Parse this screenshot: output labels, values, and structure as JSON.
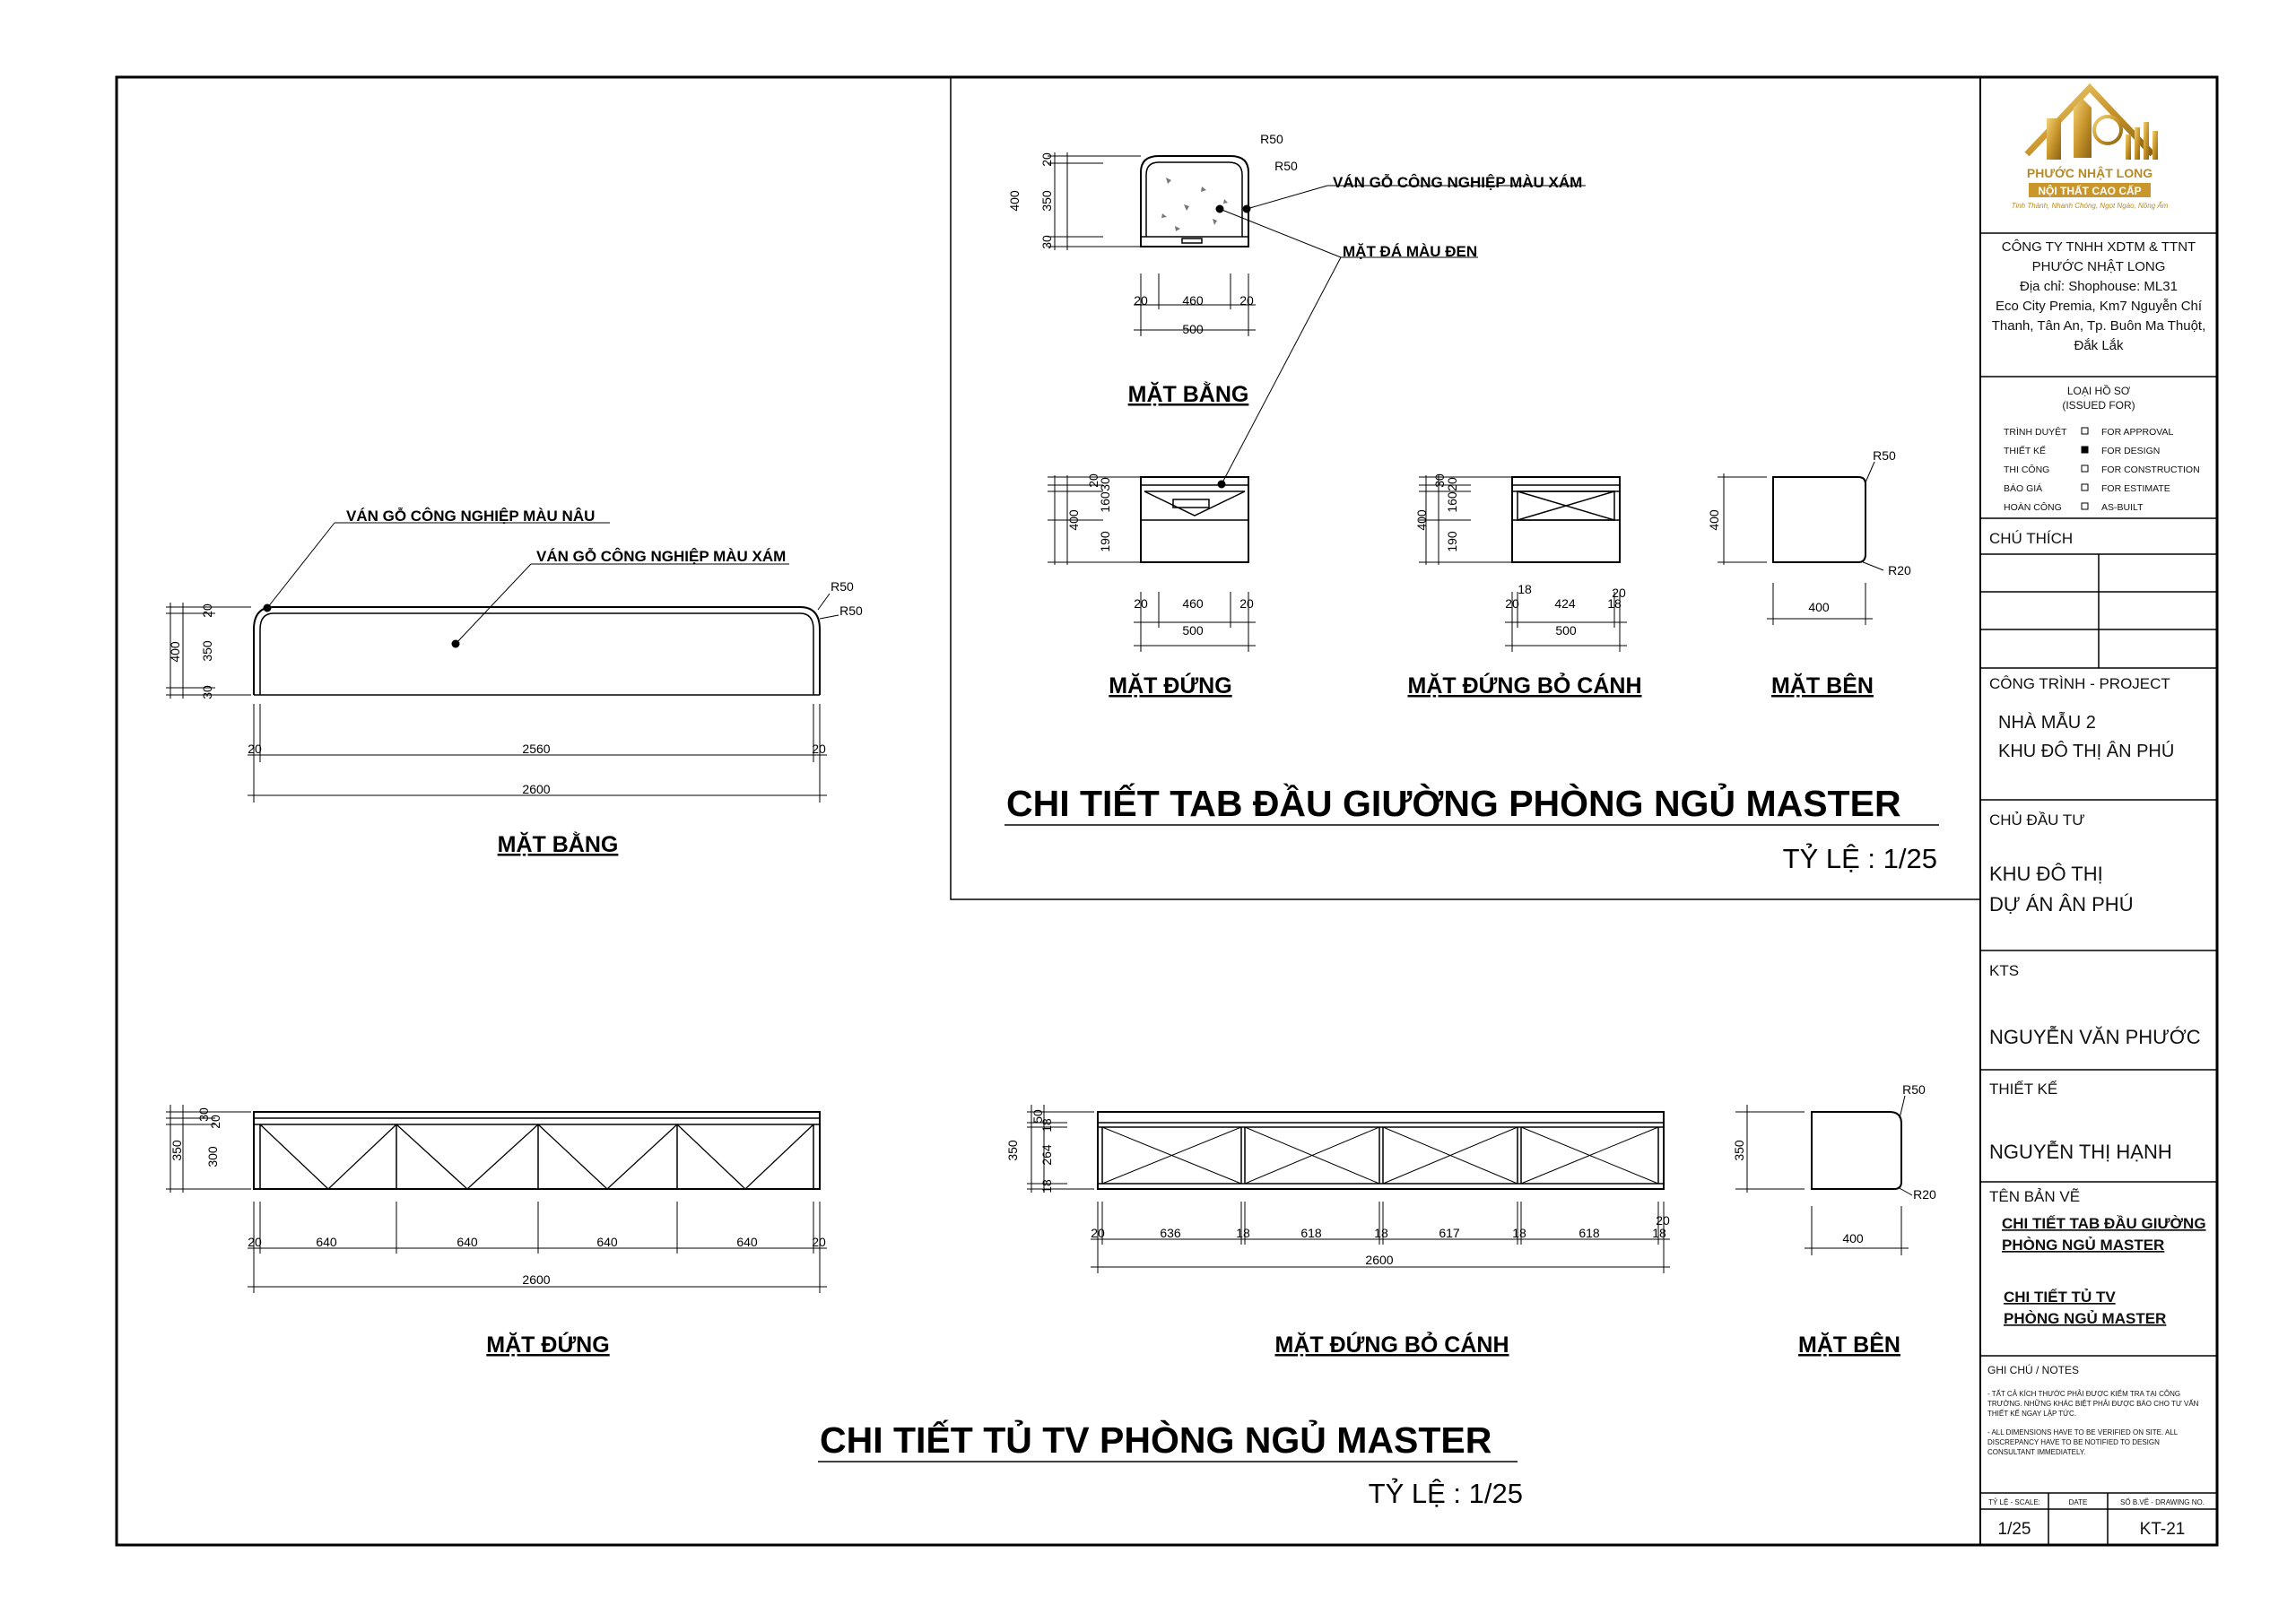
{
  "title_block": {
    "logo": {
      "brand": "PHƯỚC NHẬT LONG",
      "sub": "NỘI THẤT CAO CẤP",
      "tagline": "Tinh Thành, Nhanh Chóng, Ngọt Ngào, Nồng Ấm"
    },
    "company": [
      "CÔNG TY TNHH XDTM & TTNT",
      "PHƯỚC NHẬT LONG",
      "Địa chỉ: Shophouse: ML31",
      "Eco City Premia, Km7 Nguyễn Chí",
      "Thanh, Tân An, Tp. Buôn Ma Thuột,",
      "Đắk Lắk"
    ],
    "issued_title": "LOẠI HỒ SƠ",
    "issued_sub": "(ISSUED FOR)",
    "issued_rows": [
      {
        "vn": "TRÌNH DUYỆT",
        "en": "FOR APPROVAL",
        "checked": false
      },
      {
        "vn": "THIẾT KẾ",
        "en": "FOR DESIGN",
        "checked": true
      },
      {
        "vn": "THI CÔNG",
        "en": "FOR CONSTRUCTION",
        "checked": false
      },
      {
        "vn": "BÁO GIÁ",
        "en": "FOR ESTIMATE",
        "checked": false
      },
      {
        "vn": "HOÀN CÔNG",
        "en": "AS-BUILT",
        "checked": false
      }
    ],
    "chu_thich": "CHÚ THÍCH",
    "project_label": "CÔNG TRÌNH - PROJECT",
    "project_lines": [
      "NHÀ MẪU 2",
      "KHU ĐÔ THỊ ÂN PHÚ"
    ],
    "owner_label": "CHỦ ĐẦU TƯ",
    "owner_lines": [
      "KHU ĐÔ THỊ",
      "DỰ ÁN ÂN PHÚ"
    ],
    "kts_label": "KTS",
    "kts_name": "NGUYỄN VĂN PHƯỚC",
    "design_label": "THIẾT KẾ",
    "design_name": "NGUYỄN THỊ HẠNH",
    "drawing_name_label": "TÊN BẢN VẼ",
    "drawing_name_1": [
      "CHI TIẾT TAB ĐẦU GIƯỜNG",
      "PHÒNG NGỦ MASTER"
    ],
    "drawing_name_2": [
      "CHI TIẾT TỦ TV",
      "PHÒNG NGỦ MASTER"
    ],
    "notes_label": "GHI CHÚ / NOTES",
    "notes_vn": [
      "- TẤT CẢ KÍCH THƯỚC PHẢI ĐƯỢC KIỂM TRA TẠI CÔNG",
      "TRƯỜNG. NHỮNG KHÁC BIỆT PHẢI ĐƯỢC BÁO CHO TƯ VẤN",
      "THIẾT KẾ NGAY LẬP TỨC."
    ],
    "notes_en": [
      "- ALL DIMENSIONS HAVE TO BE VERIFIED ON SITE.  ALL",
      "DISCREPANCY HAVE TO BE NOTIFIED TO DESIGN",
      "CONSULTANT IMMEDIATELY."
    ],
    "scale_label": "TỶ LỆ - SCALE:",
    "date_label": "DATE",
    "drawing_no_label": "SỐ B.VẼ - DRAWING NO.",
    "scale_value": "1/25",
    "drawing_no": "KT-21"
  },
  "sections": {
    "tab": {
      "title": "CHI TIẾT TAB ĐẦU GIƯỜNG PHÒNG NGỦ MASTER",
      "scale": "TỶ LỆ : 1/25"
    },
    "tv": {
      "title": "CHI TIẾT TỦ TV PHÒNG NGỦ MASTER",
      "scale": "TỶ LỆ : 1/25"
    }
  },
  "view_labels": {
    "tab_plan": "MẶT BẰNG",
    "tab_front": "MẶT ĐỨNG",
    "tab_front_open": "MẶT ĐỨNG BỎ CÁNH",
    "tab_side": "MẶT BÊN",
    "tv_plan": "MẶT BẰNG",
    "tv_front": "MẶT ĐỨNG",
    "tv_front_open": "MẶT ĐỨNG BỎ CÁNH",
    "tv_side": "MẶT BÊN"
  },
  "annotations": {
    "tab_grey_wood": "VÁN GỖ CÔNG NGHIỆP MÀU XÁM",
    "tab_black_stone": "MẶT ĐÁ MÀU ĐEN",
    "tv_brown_wood": "VÁN GỖ CÔNG NGHIỆP MÀU NÂU",
    "tv_grey_wood": "VÁN GỖ CÔNG NGHIỆP MÀU XÁM"
  },
  "dims": {
    "r50": "R50",
    "r20": "R20",
    "tab_plan": {
      "h_total": "400",
      "h_top": "20",
      "h_mid": "350",
      "h_bot": "30",
      "w_left": "20",
      "w_mid": "460",
      "w_right": "20",
      "w_total": "500"
    },
    "tab_front": {
      "h_total": "400",
      "h_a": "20",
      "h_b": "30",
      "h_c": "160",
      "h_d": "190",
      "w_left": "20",
      "w_mid": "460",
      "w_right": "20",
      "w_total": "500"
    },
    "tab_front_open": {
      "h_total": "400",
      "h_a": "30",
      "h_b": "20",
      "h_c": "160",
      "h_d": "190",
      "w_a": "18",
      "w_b": "20",
      "w_left": "20",
      "w_mid": "424",
      "w_right": "18",
      "w_total": "500"
    },
    "tab_side": {
      "h_total": "400",
      "w_total": "400"
    },
    "tv_plan": {
      "h_total": "400",
      "h_top": "20",
      "h_mid": "350",
      "h_bot": "30",
      "w_left": "20",
      "w_mid": "2560",
      "w_right": "20",
      "w_total": "2600"
    },
    "tv_front": {
      "h_total": "350",
      "h_a": "30",
      "h_b": "20",
      "h_c": "300",
      "w_left": "20",
      "w_mid": "640",
      "w_right": "20",
      "w_total": "2600"
    },
    "tv_front_open": {
      "h_total": "350",
      "h_a": "50",
      "h_b": "18",
      "h_c": "264",
      "h_d": "18",
      "w": [
        "20",
        "636",
        "18",
        "618",
        "18",
        "617",
        "18",
        "618",
        "18",
        "20"
      ],
      "w_total": "2600"
    },
    "tv_side": {
      "h_total": "350",
      "w_total": "400"
    }
  }
}
